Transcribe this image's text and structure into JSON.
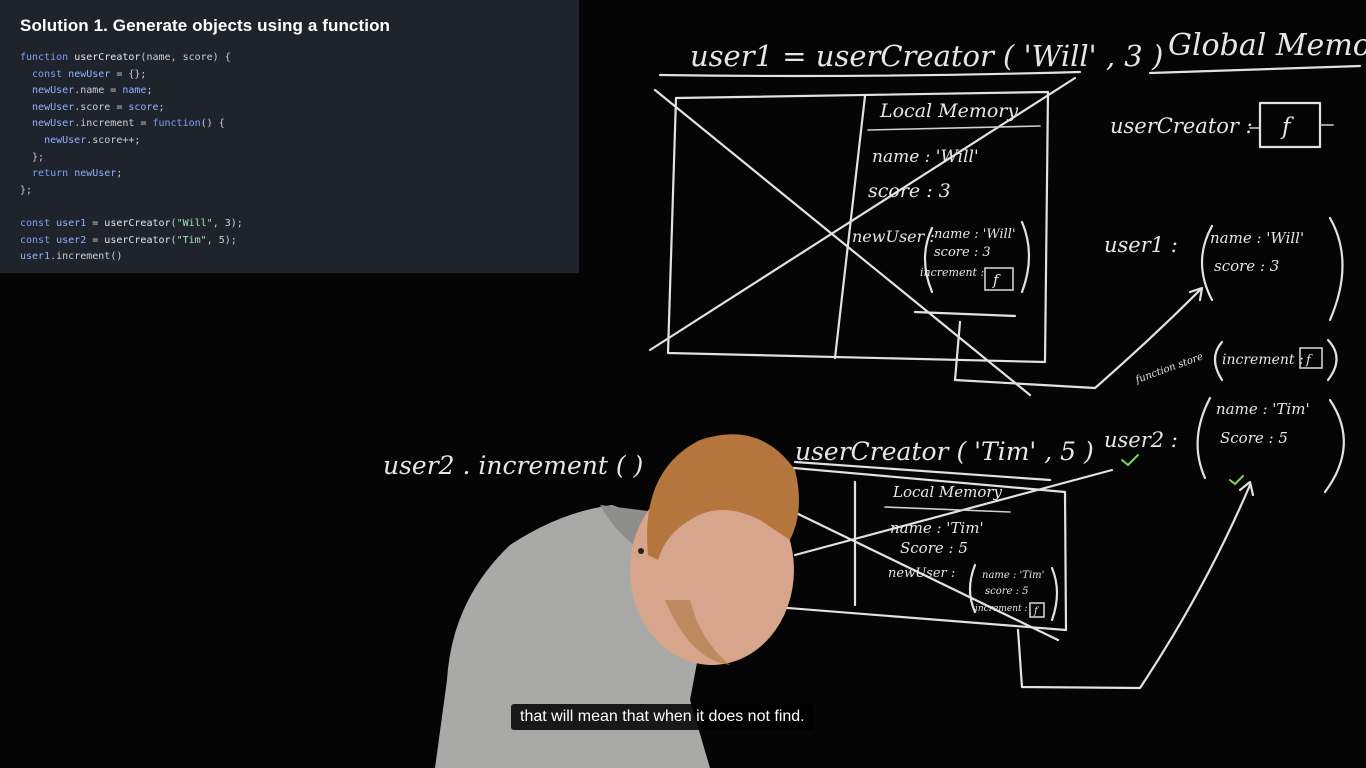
{
  "slide": {
    "title": "Solution 1. Generate objects using a function",
    "code_lines": [
      [
        {
          "t": "function ",
          "c": "#7aa2f7"
        },
        {
          "t": "userCreator",
          "c": "#e6e6e6"
        },
        {
          "t": "(name, score) {",
          "c": "#c9ced6"
        }
      ],
      [
        {
          "t": "  const ",
          "c": "#7aa2f7"
        },
        {
          "t": "newUser",
          "c": "#8fb3ff"
        },
        {
          "t": " = {};",
          "c": "#c9ced6"
        }
      ],
      [
        {
          "t": "  newUser",
          "c": "#8fb3ff"
        },
        {
          "t": ".name = ",
          "c": "#c9ced6"
        },
        {
          "t": "name",
          "c": "#8fb3ff"
        },
        {
          "t": ";",
          "c": "#c9ced6"
        }
      ],
      [
        {
          "t": "  newUser",
          "c": "#8fb3ff"
        },
        {
          "t": ".score = ",
          "c": "#c9ced6"
        },
        {
          "t": "score",
          "c": "#8fb3ff"
        },
        {
          "t": ";",
          "c": "#c9ced6"
        }
      ],
      [
        {
          "t": "  newUser",
          "c": "#8fb3ff"
        },
        {
          "t": ".increment = ",
          "c": "#c9ced6"
        },
        {
          "t": "function",
          "c": "#7aa2f7"
        },
        {
          "t": "() {",
          "c": "#c9ced6"
        }
      ],
      [
        {
          "t": "    newUser",
          "c": "#8fb3ff"
        },
        {
          "t": ".score++;",
          "c": "#c9ced6"
        }
      ],
      [
        {
          "t": "  };",
          "c": "#c9ced6"
        }
      ],
      [
        {
          "t": "  return ",
          "c": "#7aa2f7"
        },
        {
          "t": "newUser",
          "c": "#8fb3ff"
        },
        {
          "t": ";",
          "c": "#c9ced6"
        }
      ],
      [
        {
          "t": "};",
          "c": "#c9ced6"
        }
      ],
      [
        {
          "t": "",
          "c": "#c9ced6"
        }
      ],
      [
        {
          "t": "const ",
          "c": "#7aa2f7"
        },
        {
          "t": "user1",
          "c": "#8fb3ff"
        },
        {
          "t": " = ",
          "c": "#c9ced6"
        },
        {
          "t": "userCreator",
          "c": "#e6e6e6"
        },
        {
          "t": "(",
          "c": "#c9ced6"
        },
        {
          "t": "\"Will\"",
          "c": "#9fe5b0"
        },
        {
          "t": ", 3);",
          "c": "#c9ced6"
        }
      ],
      [
        {
          "t": "const ",
          "c": "#7aa2f7"
        },
        {
          "t": "user2",
          "c": "#8fb3ff"
        },
        {
          "t": " = ",
          "c": "#c9ced6"
        },
        {
          "t": "userCreator",
          "c": "#e6e6e6"
        },
        {
          "t": "(",
          "c": "#c9ced6"
        },
        {
          "t": "\"Tim\"",
          "c": "#9fe5b0"
        },
        {
          "t": ", 5);",
          "c": "#c9ced6"
        }
      ],
      [
        {
          "t": "user1",
          "c": "#8fb3ff"
        },
        {
          "t": ".increment()",
          "c": "#c9ced6"
        }
      ]
    ]
  },
  "whiteboard": {
    "call1": "user1  =  userCreator ( 'Will' ,  3 )",
    "global_memory": "Global Memory",
    "local_memory_1": "Local Memory",
    "lm1_name": "name :   'Will'",
    "lm1_score": "score :   3",
    "lm1_newuser": "newUser :",
    "lm1_obj_name": "name : 'Will'",
    "lm1_obj_score": "score : 3",
    "lm1_obj_inc": "increment :",
    "f": "f",
    "gm_usercreator": "userCreator :",
    "gm_user1": "user1 :",
    "gm_user1_name": "name :   'Will'",
    "gm_user1_score": "score :   3",
    "function_store": "function store",
    "gm_store_inc": "increment :",
    "gm_user2": "user2 :",
    "gm_user2_name": "name :  'Tim'",
    "gm_user2_score": "Score :  5",
    "call2": "userCreator ( 'Tim' ,  5 )",
    "local_memory_2": "Local Memory",
    "lm2_name": "name :  'Tim'",
    "lm2_score": "Score :  5",
    "lm2_newuser": "newUser :",
    "lm2_obj_name": "name : 'Tim'",
    "lm2_obj_score": "score : 5",
    "lm2_obj_inc": "increment :",
    "call3": "user2 . increment ( )"
  },
  "caption": "that will mean that when it does not find.",
  "colors": {
    "panel_bg": "#1f232b",
    "board_bg": "#050505",
    "chalk": "#e2e2e2",
    "check_mark": "#7fd35a"
  }
}
